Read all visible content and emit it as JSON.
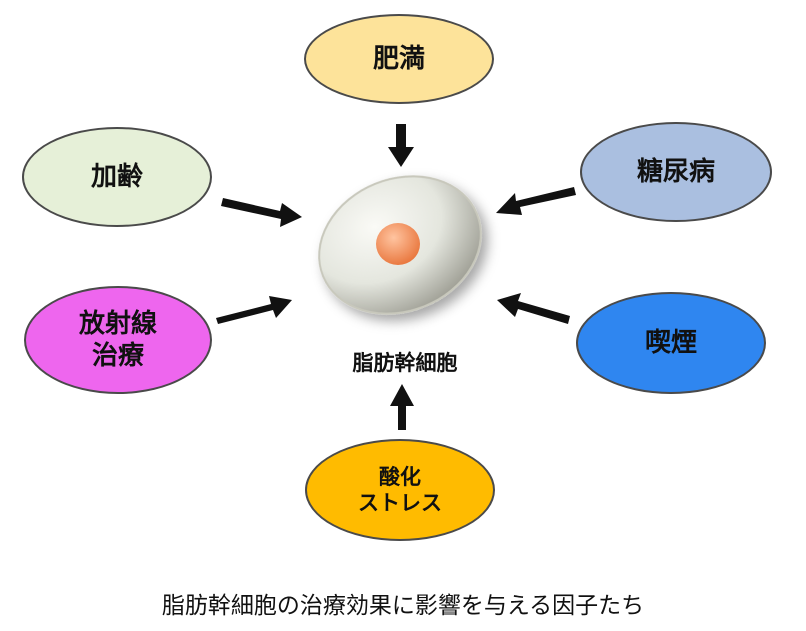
{
  "factors": [
    {
      "key": "obesity",
      "label": "肥満",
      "color": "#fde39a"
    },
    {
      "key": "aging",
      "label": "加齢",
      "color": "#e6f0d8"
    },
    {
      "key": "diabetes",
      "label": "糖尿病",
      "color": "#aabfe0"
    },
    {
      "key": "radiation",
      "label": "放射線\n治療",
      "color": "#ee66ee"
    },
    {
      "key": "smoking",
      "label": "喫煙",
      "color": "#2f86f0"
    },
    {
      "key": "oxidative",
      "label": "酸化\nストレス",
      "color": "#ffbb00"
    }
  ],
  "center": {
    "label": "脂肪幹細胞"
  },
  "caption": "脂肪幹細胞の治療効果に影響を与える因子たち"
}
